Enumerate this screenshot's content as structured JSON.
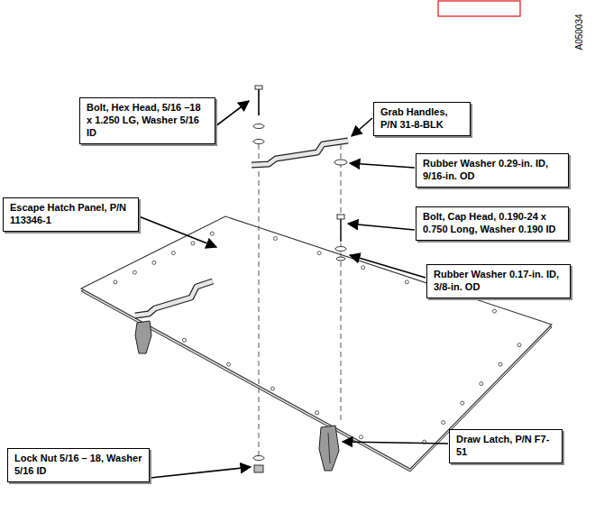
{
  "diagram": {
    "nodes": [
      {
        "text": [
          "Bolt, Hex Head, 5/16 –18 x 1.250 LG, Washer 5/16 ID"
        ]
      },
      {
        "text": [
          "Grab Handles, P/N 31-8-BLK"
        ]
      },
      {
        "text": [
          "Rubber Washer 0.29-in. ID, 9/16-in. OD"
        ]
      },
      {
        "text": [
          "Escape Hatch Panel, P/N 113346-1"
        ]
      },
      {
        "text": [
          "Bolt, Cap Head, 0.190-24 x 0.750 Long, Washer 0.190 ID"
        ]
      },
      {
        "text": [
          "Rubber Washer 0.17-in. ID, 3/8-in. OD"
        ]
      },
      {
        "text": [
          "Draw Latch, P/N F7-51"
        ]
      },
      {
        "text": [
          "Lock Nut 5/16 – 18, Washer 5/16 ID"
        ]
      }
    ],
    "labels": [
      "A050034"
    ]
  }
}
